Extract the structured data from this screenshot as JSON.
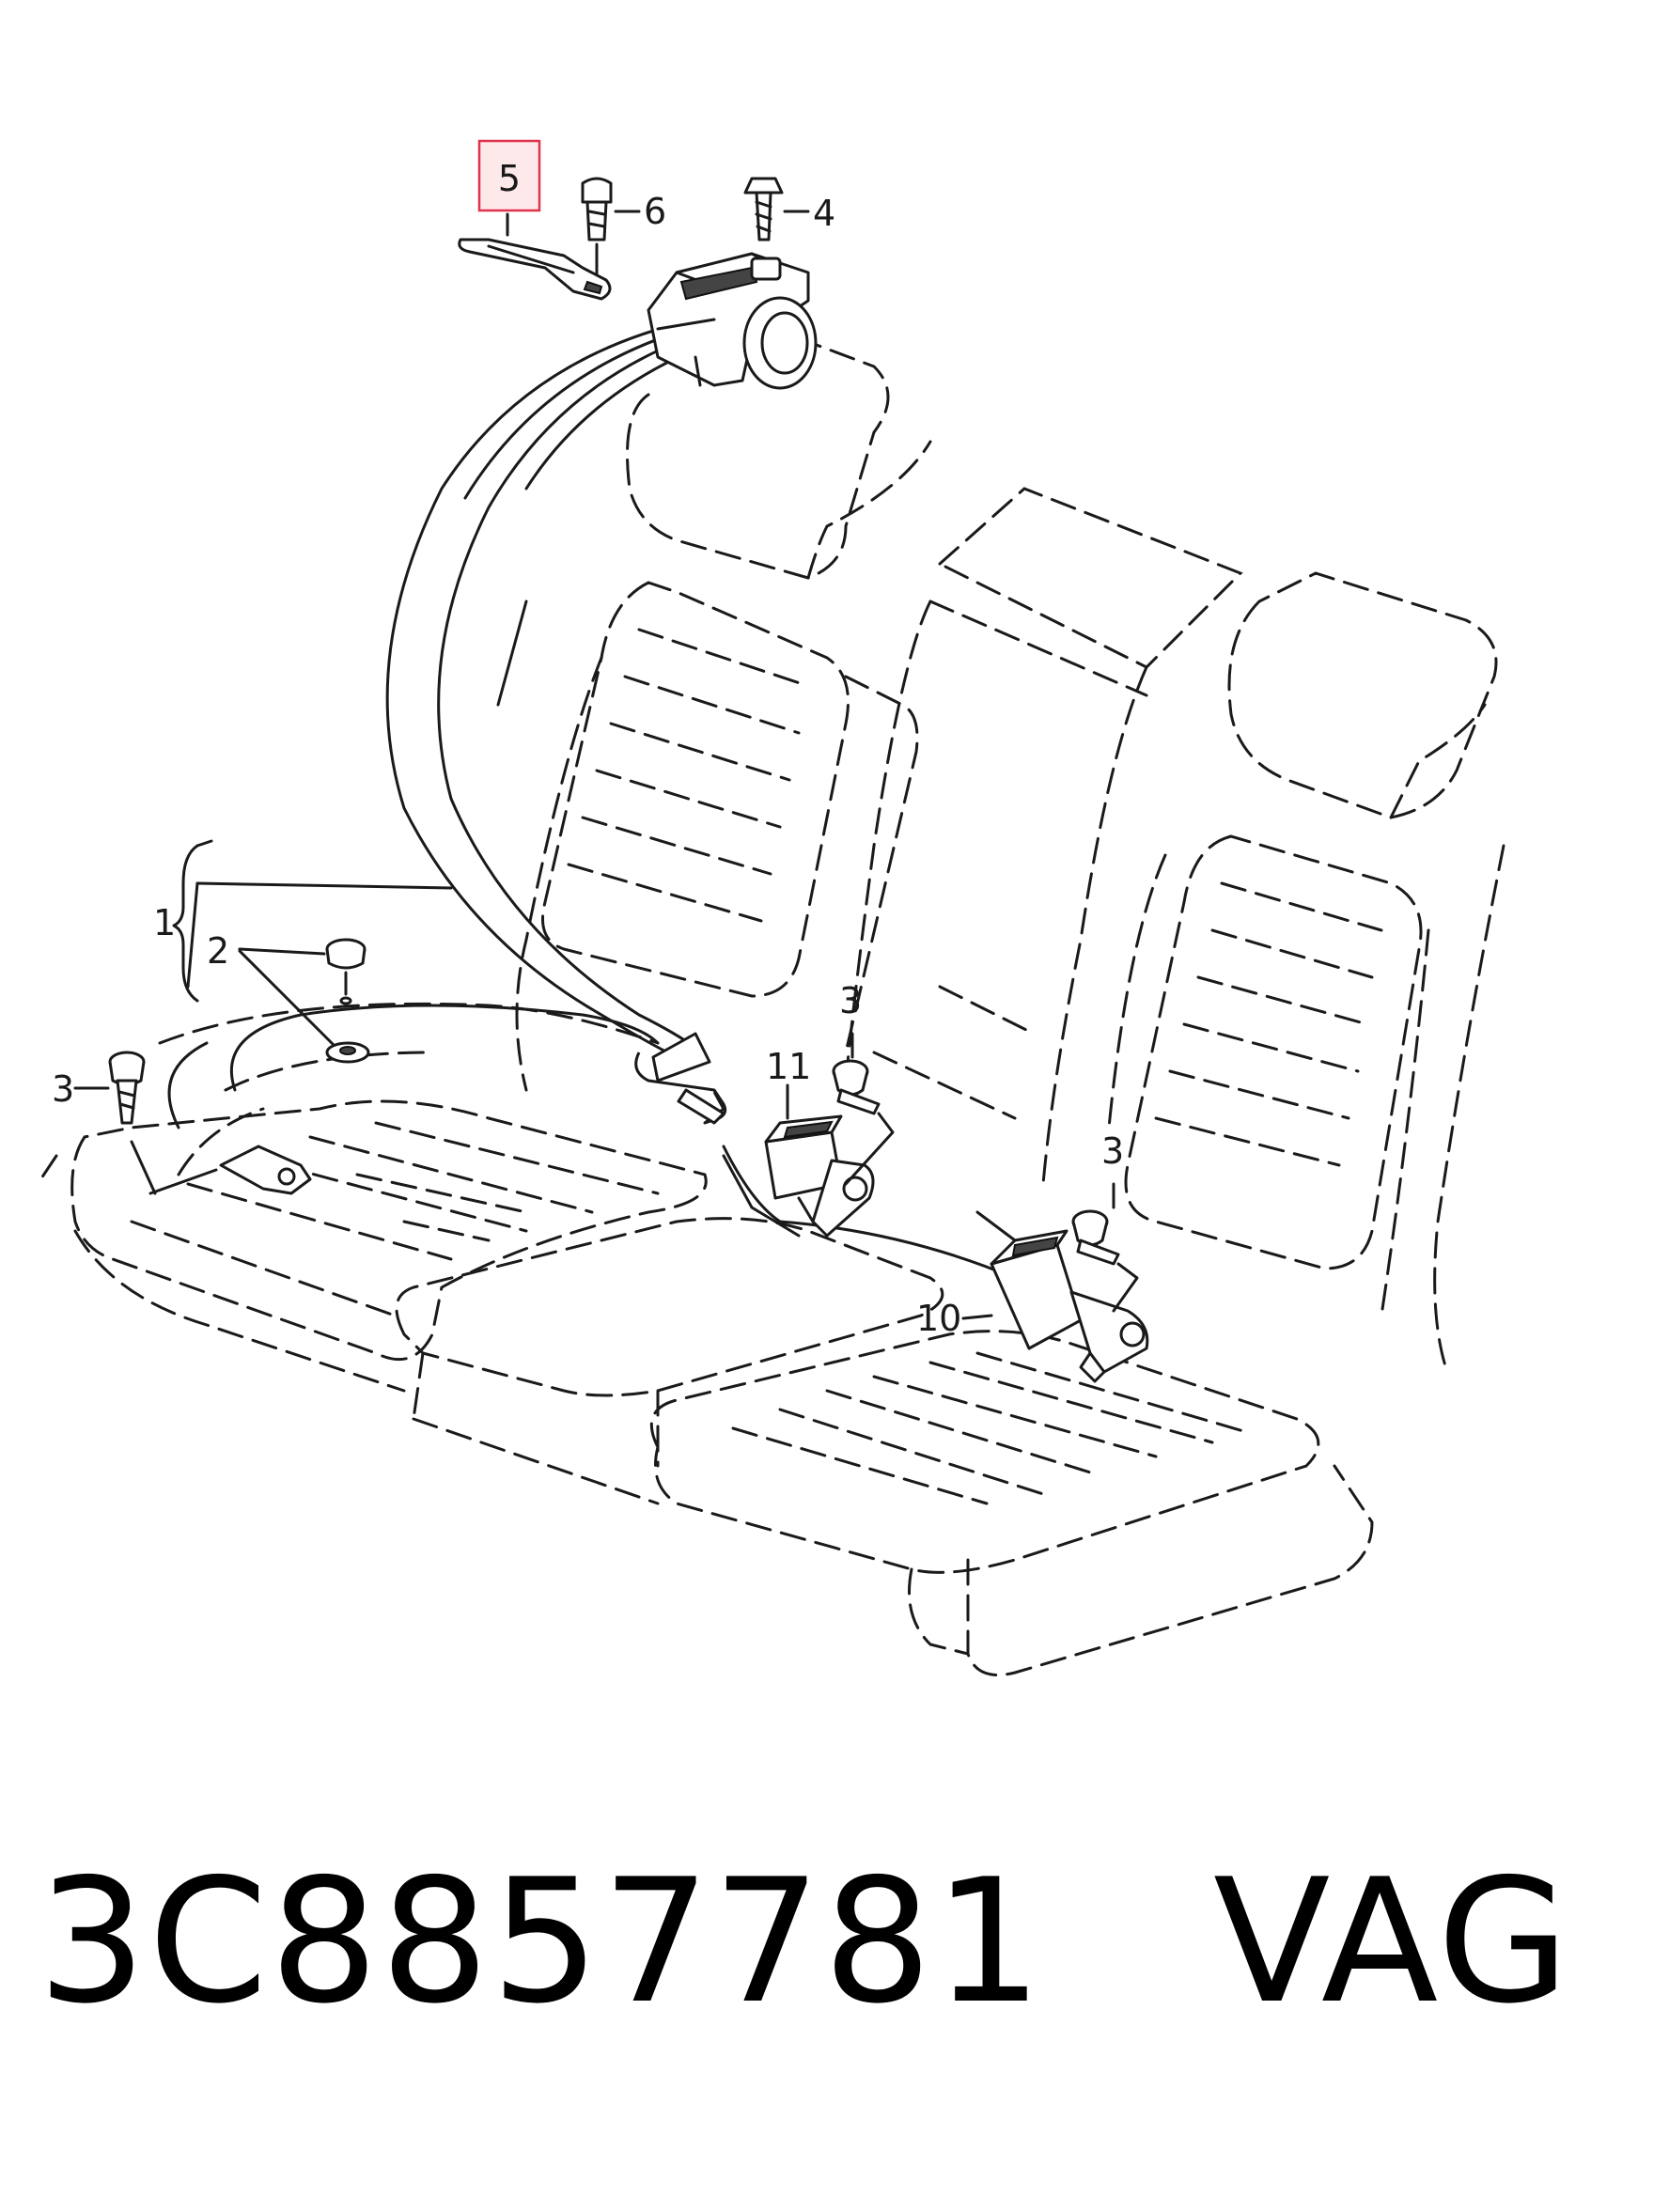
{
  "callouts": {
    "c1": "1",
    "c2": "2",
    "c3a": "3",
    "c3b": "3",
    "c3c": "3",
    "c4": "4",
    "c5": "5",
    "c6": "6",
    "c10": "10",
    "c11": "11"
  },
  "highlighted_callout": "5",
  "caption": {
    "part_number": "3C8857781",
    "brand": "VAG"
  },
  "colors": {
    "highlight_fill": "#fde8ea",
    "highlight_border": "#e0334d",
    "ink": "#1a1a1a"
  }
}
